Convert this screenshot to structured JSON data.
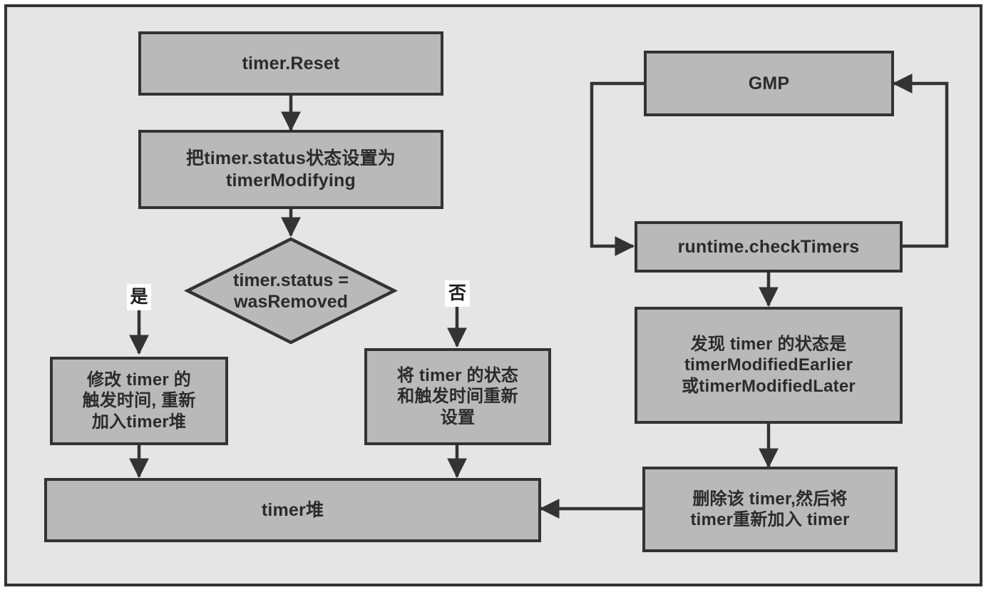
{
  "diagram": {
    "title": "Go runtime timer.Reset flowchart",
    "background_color": "#e5e5e5",
    "node_fill_color": "#b9b9b9",
    "stroke_color": "#333333",
    "label_background_color": "#ffffff",
    "nodes": {
      "timer_reset": "timer.Reset",
      "set_status": "把timer.status状态设置为\ntimerModifying",
      "decision": "timer.status =\nwasRemoved",
      "modify_when": "修改 timer 的\n触发时间, 重新\n加入timer堆",
      "reset_status_when": "将 timer 的状态\n和触发时间重新\n设置",
      "timer_heap": "timer堆",
      "gmp": "GMP",
      "check_timers": "runtime.checkTimers",
      "found_state": "发现 timer 的状态是\ntimerModifiedEarlier\n或timerModifiedLater",
      "delete_readd": "删除该 timer,然后将\ntimer重新加入 timer"
    },
    "edge_labels": {
      "yes": "是",
      "no": "否"
    }
  }
}
